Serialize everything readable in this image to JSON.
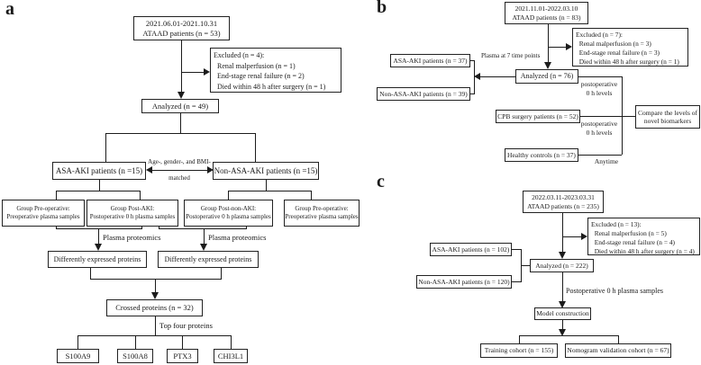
{
  "panel_a": {
    "label": "a",
    "enrollment": "2021.06.01-2021.10.31\nATAAD patients (n = 53)",
    "excluded": "Excluded (n = 4):\n  Renal malperfusion (n = 1)\n  End-stage renal failure (n = 2)\n  Died within 48 h after surgery (n = 1)",
    "analyzed": "Analyzed (n = 49)",
    "asa_aki": "ASA-AKI patients (n =15)",
    "non_asa_aki": "Non-ASA-AKI patients (n =15)",
    "match_line1": "Age-, gender-, and BMI-",
    "match_line2": "matched",
    "group_pre_left": "Group Pre-operative:\nPreoperative plasma samples",
    "group_post_aki": "Group Post-AKI:\nPostoperative 0 h plasma samples",
    "group_post_non_aki": "Group Post-non-AKI:\nPostoperative 0 h plasma samples",
    "group_pre_right": "Group Pre-operative:\nPreoperative plasma samples",
    "proteomics_left": "Plasma proteomics",
    "proteomics_right": "Plasma proteomics",
    "dep_left": "Differently expressed proteins",
    "dep_right": "Differently expressed proteins",
    "crossed": "Crossed proteins (n = 32)",
    "top_four": "Top four proteins",
    "proteins": [
      "S100A9",
      "S100A8",
      "PTX3",
      "CHI3L1"
    ]
  },
  "panel_b": {
    "label": "b",
    "enrollment": "2021.11.01-2022.03.10\nATAAD patients (n = 83)",
    "excluded": "Excluded (n = 7):\n  Renal malperfusion (n = 3)\n  End-stage renal failure (n = 3)\n  Died within 48 h after surgery (n = 1)",
    "analyzed": "Analyzed (n = 76)",
    "plasma_label": "Plasma at 7 time points",
    "asa_aki": "ASA-AKI patients (n = 37)",
    "non_asa_aki": "Non-ASA-AKI patients (n = 39)",
    "postop_label_1": "postoperative\n0 h levels",
    "cpb": "CPB surgery patients (n = 52)",
    "postop_label_2": "postoperative\n0 h levels",
    "healthy": "Healthy controls (n = 37)",
    "anytime_label": "Anytime",
    "compare": "Compare the levels of\nnovel biomarkers"
  },
  "panel_c": {
    "label": "c",
    "enrollment": "2022.03.11-2023.03.31\nATAAD patients (n = 235)",
    "excluded": "Excluded (n = 13):\n  Renal malperfusion (n = 5)\n  End-stage renal failure (n = 4)\n  Died within 48 h after surgery (n = 4)",
    "analyzed": "Analyzed (n = 222)",
    "asa_aki": "ASA-AKI patients (n = 102)",
    "non_asa_aki": "Non-ASA-AKI patients (n = 120)",
    "postop_samples_label": "Postoperative 0 h plasma samples",
    "model": "Model construction",
    "training": "Training cohort (n = 155)",
    "nomogram": "Nomogram validation cohort (n = 67)"
  }
}
